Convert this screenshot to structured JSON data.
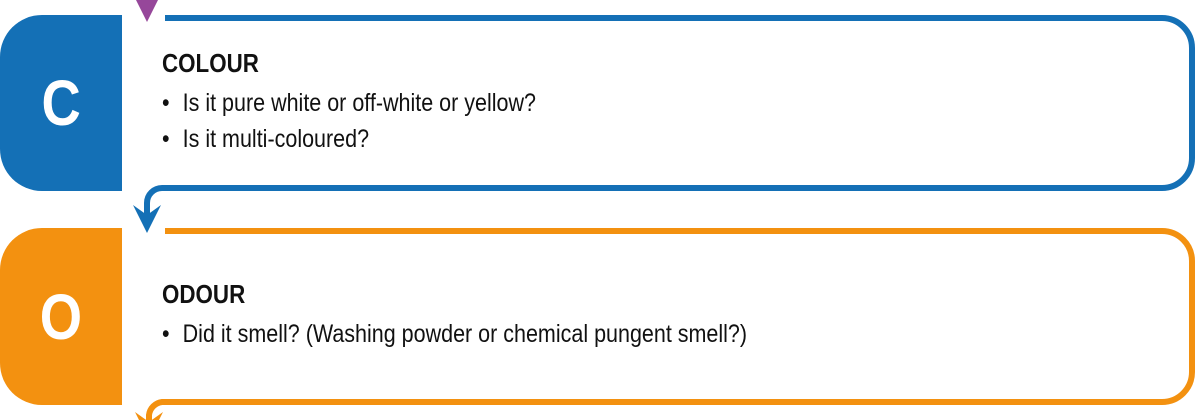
{
  "colors": {
    "blue": "#1470b6",
    "orange": "#f39110",
    "purple": "#96479a"
  },
  "steps": [
    {
      "letter": "C",
      "title": "COLOUR",
      "bullets": [
        "Is it pure white or off-white or yellow?",
        "Is it multi-coloured?"
      ]
    },
    {
      "letter": "O",
      "title": "ODOUR",
      "bullets": [
        "Did it smell? (Washing powder or chemical pungent smell?)"
      ]
    }
  ]
}
